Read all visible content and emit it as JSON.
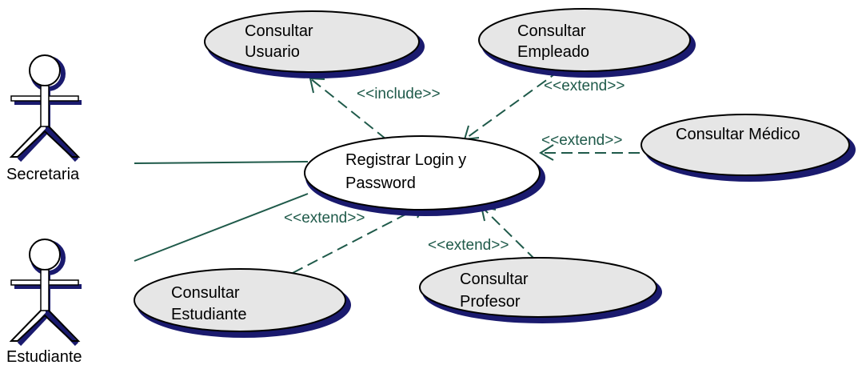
{
  "actors": [
    {
      "id": "secretaria",
      "label": "Secretaria"
    },
    {
      "id": "estudiante",
      "label": "Estudiante"
    }
  ],
  "use_cases": {
    "registrar": [
      "Registrar Login y",
      "Password"
    ],
    "consultar_usuario": [
      "Consultar",
      "Usuario"
    ],
    "consultar_empleado": [
      "Consultar",
      "Empleado"
    ],
    "consultar_medico": [
      "Consultar Médico"
    ],
    "consultar_estudiante": [
      "Consultar",
      "Estudiante"
    ],
    "consultar_profesor": [
      "Consultar",
      "Profesor"
    ]
  },
  "stereotypes": {
    "include": "<<include>>",
    "extend_empleado": "<<extend>>",
    "extend_medico": "<<extend>>",
    "extend_estudiante": "<<extend>>",
    "extend_profesor": "<<extend>>"
  }
}
